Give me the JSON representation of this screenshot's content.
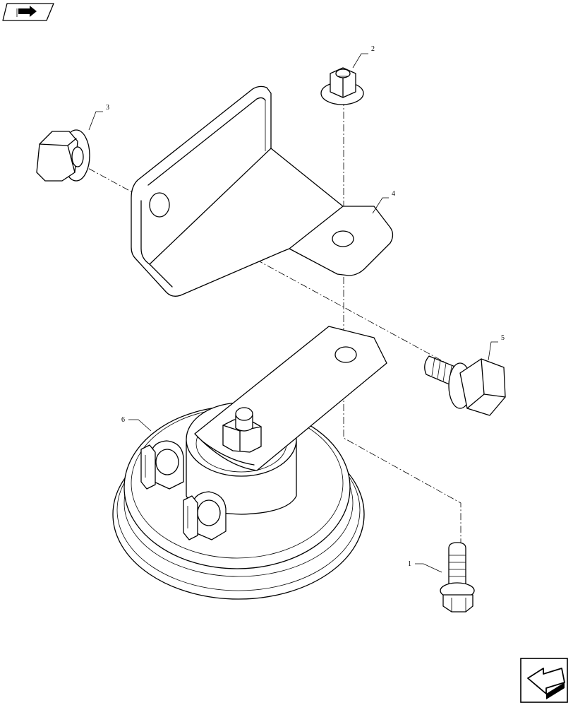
{
  "callouts": {
    "c1": "1",
    "c2": "2",
    "c3": "3",
    "c4": "4",
    "c5": "5",
    "c6": "6"
  },
  "icons": {
    "top_left": "book-arrow-icon",
    "bottom_right": "next-page-arrow-icon"
  },
  "colors": {
    "line": "#000000",
    "background": "#ffffff"
  }
}
